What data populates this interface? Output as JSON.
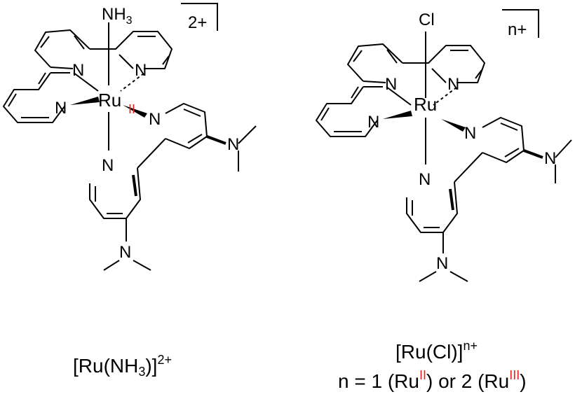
{
  "left_complex": {
    "apical": "NH",
    "apical_sub": "3",
    "metal": "Ru",
    "metal_ox": "II",
    "charge": "2+",
    "atom_n": "N",
    "amine_n": "N",
    "caption": {
      "pre": "[Ru(NH",
      "sub": "3",
      "post": ")]",
      "sup": "2+"
    }
  },
  "right_complex": {
    "apical": "Cl",
    "metal": "Ru",
    "charge": "n+",
    "atom_n": "N",
    "amine_n": "N",
    "caption": {
      "line1_pre": "[Ru(Cl)]",
      "line1_sup": "n+",
      "line2_a": "n = 1 (Ru",
      "line2_ox1": "II",
      "line2_b": ") or 2 (Ru",
      "line2_ox2": "III",
      "line2_c": ")"
    }
  },
  "colors": {
    "bond": "#000000",
    "oxidation_state": "#e8201f"
  }
}
